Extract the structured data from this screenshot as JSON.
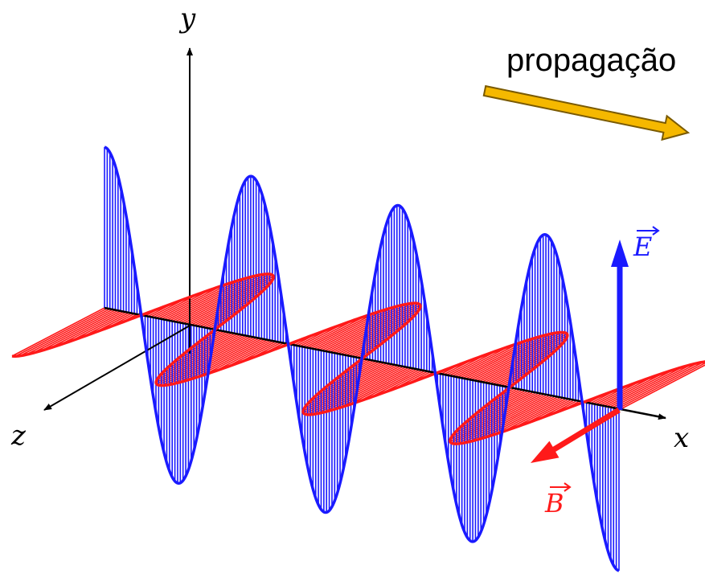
{
  "labels": {
    "y_axis": "y",
    "z_axis": "z",
    "x_axis": "x",
    "propagation": "propagação",
    "e_field": "E",
    "b_field": "B"
  },
  "colors": {
    "electric_field": "#1a1aff",
    "magnetic_field": "#ff1a1a",
    "propagation_arrow_fill": "#f5b800",
    "propagation_arrow_stroke": "#7a5a00",
    "axes": "#000000"
  },
  "wave": {
    "wavelengths_shown": 3.5,
    "phase_relation": "E and B in phase, perpendicular planes"
  }
}
